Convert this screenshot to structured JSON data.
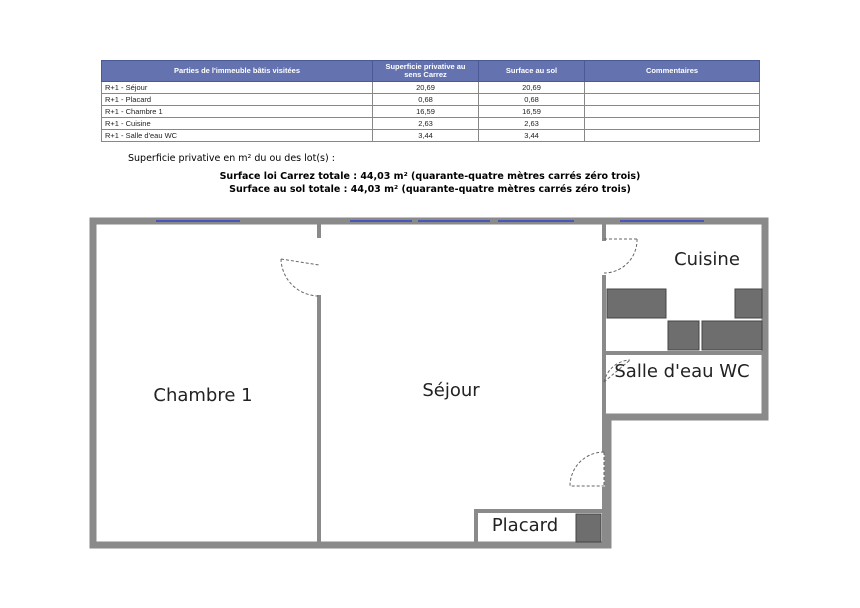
{
  "table": {
    "headers": [
      "Parties de l'immeuble bâtis visitées",
      "Superficie privative au sens Carrez",
      "Surface au sol",
      "Commentaires"
    ],
    "rows": [
      {
        "part": "R+1 - Séjour",
        "carrez": "20,69",
        "sol": "20,69",
        "comment": ""
      },
      {
        "part": "R+1 - Placard",
        "carrez": "0,68",
        "sol": "0,68",
        "comment": ""
      },
      {
        "part": "R+1 - Chambre 1",
        "carrez": "16,59",
        "sol": "16,59",
        "comment": ""
      },
      {
        "part": "R+1 - Cuisine",
        "carrez": "2,63",
        "sol": "2,63",
        "comment": ""
      },
      {
        "part": "R+1 - Salle d'eau WC",
        "carrez": "3,44",
        "sol": "3,44",
        "comment": ""
      }
    ]
  },
  "summary": {
    "intro": "Superficie privative en m² du ou des lot(s) :",
    "carrez_total": "Surface loi Carrez totale : 44,03 m² (quarante-quatre mètres carrés zéro trois)",
    "sol_total": "Surface au sol totale : 44,03 m² (quarante-quatre mètres carrés zéro trois)"
  },
  "plan": {
    "rooms": {
      "chambre": "Chambre 1",
      "sejour": "Séjour",
      "cuisine": "Cuisine",
      "salle": "Salle d'eau WC",
      "placard": "Placard"
    },
    "colors": {
      "wall": "#8a8a8a",
      "fixture": "#6e6e6e",
      "window": "#4a56b8"
    }
  }
}
